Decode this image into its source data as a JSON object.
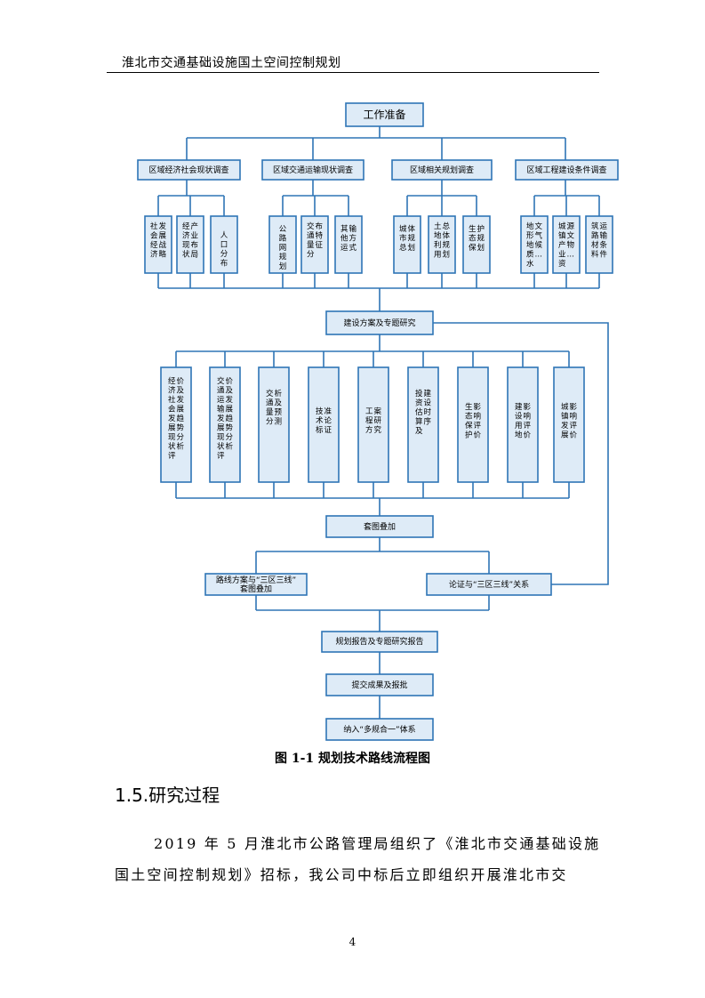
{
  "header": {
    "title": "淮北市交通基础设施国土空间控制规划"
  },
  "flowchart": {
    "top": "工作准备",
    "surveys": [
      {
        "title": "区域经济社会现状调查",
        "children": [
          "社会经济发展战略",
          "经济现状产业布局",
          "人口分布"
        ]
      },
      {
        "title": "区域交通运输现状调查",
        "children": [
          "公路网规划",
          "交通量分布特征",
          "其他运输方式"
        ]
      },
      {
        "title": "区域相关规划调查",
        "children": [
          "城市总体规划",
          "土地利用总体规划",
          "生态保护规划"
        ]
      },
      {
        "title": "区域工程建设条件调查",
        "children": [
          "地形地质水文气候…",
          "城镇产业资源文物…",
          "筑路材料运输条件"
        ]
      }
    ],
    "research": "建设方案及专题研究",
    "topics": [
      "经济社会发展现状评价及发展趋势分析",
      "交通运输发展现状评价及发展趋势分析",
      "交通量分析及预测",
      "技术标准论证",
      "工程方案研究",
      "投资估算及建设时序",
      "生态保护影响评价",
      "建设用地影响评价",
      "城镇发展影响评价"
    ],
    "overlay": "套图叠加",
    "route_line1": "路线方案与“三区三线”",
    "route_line2": "套图叠加",
    "verify": "论证与“三区三线”关系",
    "report": "规划报告及专题研究报告",
    "submit": "提交成果及报批",
    "final": "纳入“多规合一”体系"
  },
  "caption": "图 1-1 规划技术路线流程图",
  "section": {
    "heading": "1.5.研究过程"
  },
  "body": {
    "line1": "2019 年 5 月淮北市公路管理局组织了《淮北市交通基础设施",
    "line2": "国土空间控制规划》招标，我公司中标后立即组织开展淮北市交"
  },
  "page_number": "4"
}
